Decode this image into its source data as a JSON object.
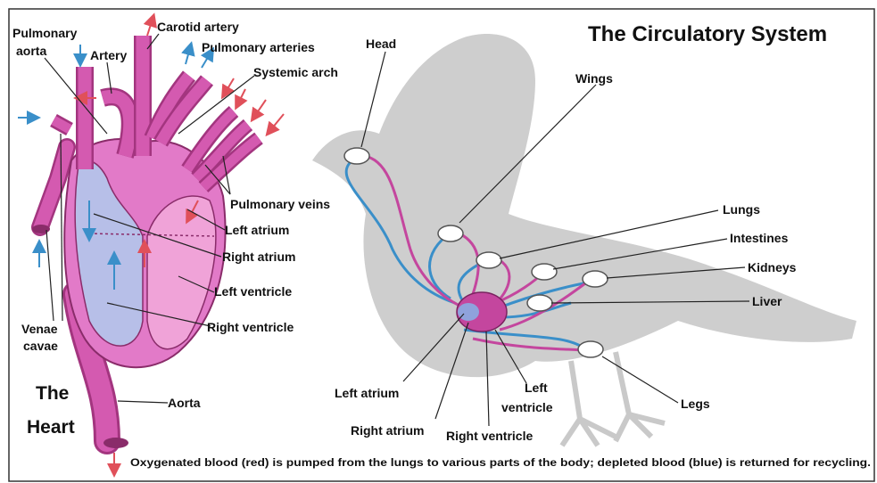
{
  "title": "The Circulatory System",
  "heart_title": [
    "The",
    "Heart"
  ],
  "heart_labels": {
    "pulmonary_aorta": [
      "Pulmonary",
      "aorta"
    ],
    "artery": "Artery",
    "carotid_artery": "Carotid artery",
    "pulmonary_arteries": "Pulmonary arteries",
    "systemic_arch": "Systemic arch",
    "pulmonary_veins": "Pulmonary veins",
    "left_atrium": "Left atrium",
    "right_atrium": "Right atrium",
    "left_ventricle": "Left ventricle",
    "right_ventricle": "Right ventricle",
    "venae_cavae": [
      "Venae",
      "cavae"
    ],
    "aorta": "Aorta"
  },
  "bird_labels": {
    "head": "Head",
    "wings": "Wings",
    "lungs": "Lungs",
    "intestines": "Intestines",
    "kidneys": "Kidneys",
    "liver": "Liver",
    "legs": "Legs",
    "left_atrium": "Left atrium",
    "right_atrium": "Right atrium",
    "left_ventricle": [
      "Left",
      "ventricle"
    ],
    "right_ventricle": "Right ventricle"
  },
  "caption": "Oxygenated blood (red) is pumped from the lungs to various parts of the body; depleted blood (blue) is returned for recycling.",
  "colors": {
    "vessel": "#d45ab0",
    "vessel_dark": "#a3357f",
    "oxygenated": "#e0505a",
    "depleted": "#3a8fc9",
    "chamber_blue": "#b7bfe8",
    "silhouette": "#c9c9c9",
    "border": "#333333"
  }
}
